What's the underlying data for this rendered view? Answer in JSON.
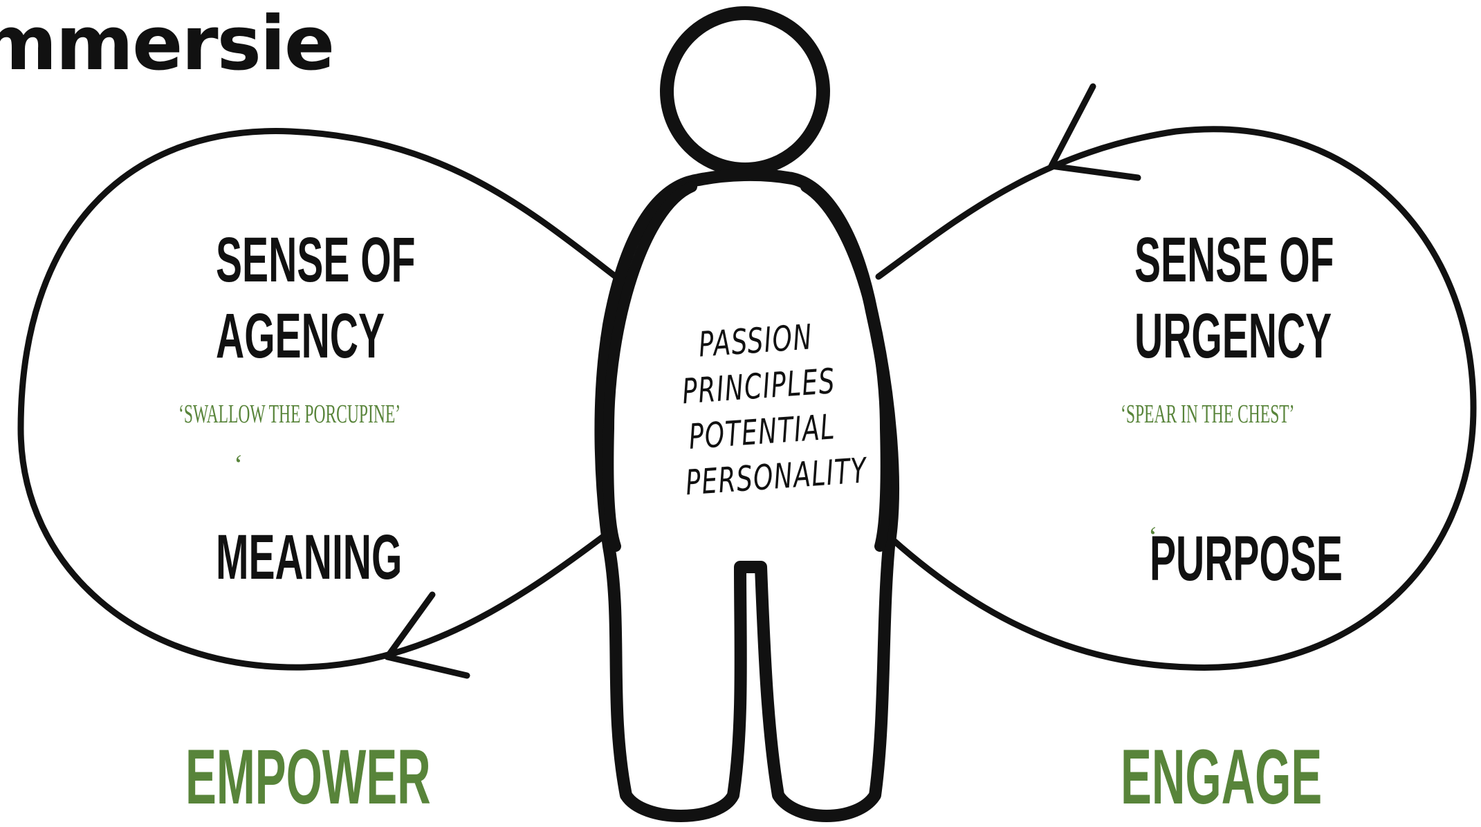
{
  "title": "mmersie",
  "left": {
    "heading_line1": "Sense of",
    "heading_line2": "Agency",
    "quote": "‘swallow the porcupine’",
    "mark": "‘",
    "concept": "Meaning",
    "verb": "EMPOWER"
  },
  "right": {
    "heading_line1": "Sense of",
    "heading_line2": "Urgency",
    "quote": "‘Spear in the chest’",
    "mark": "‘",
    "concept": "Purpose",
    "verb": "ENGAGE"
  },
  "body_words": [
    "Passion",
    "Principles",
    "Potential",
    "Personality"
  ],
  "colors": {
    "ink": "#111111",
    "accent_green": "#58843a",
    "background": "#ffffff"
  }
}
